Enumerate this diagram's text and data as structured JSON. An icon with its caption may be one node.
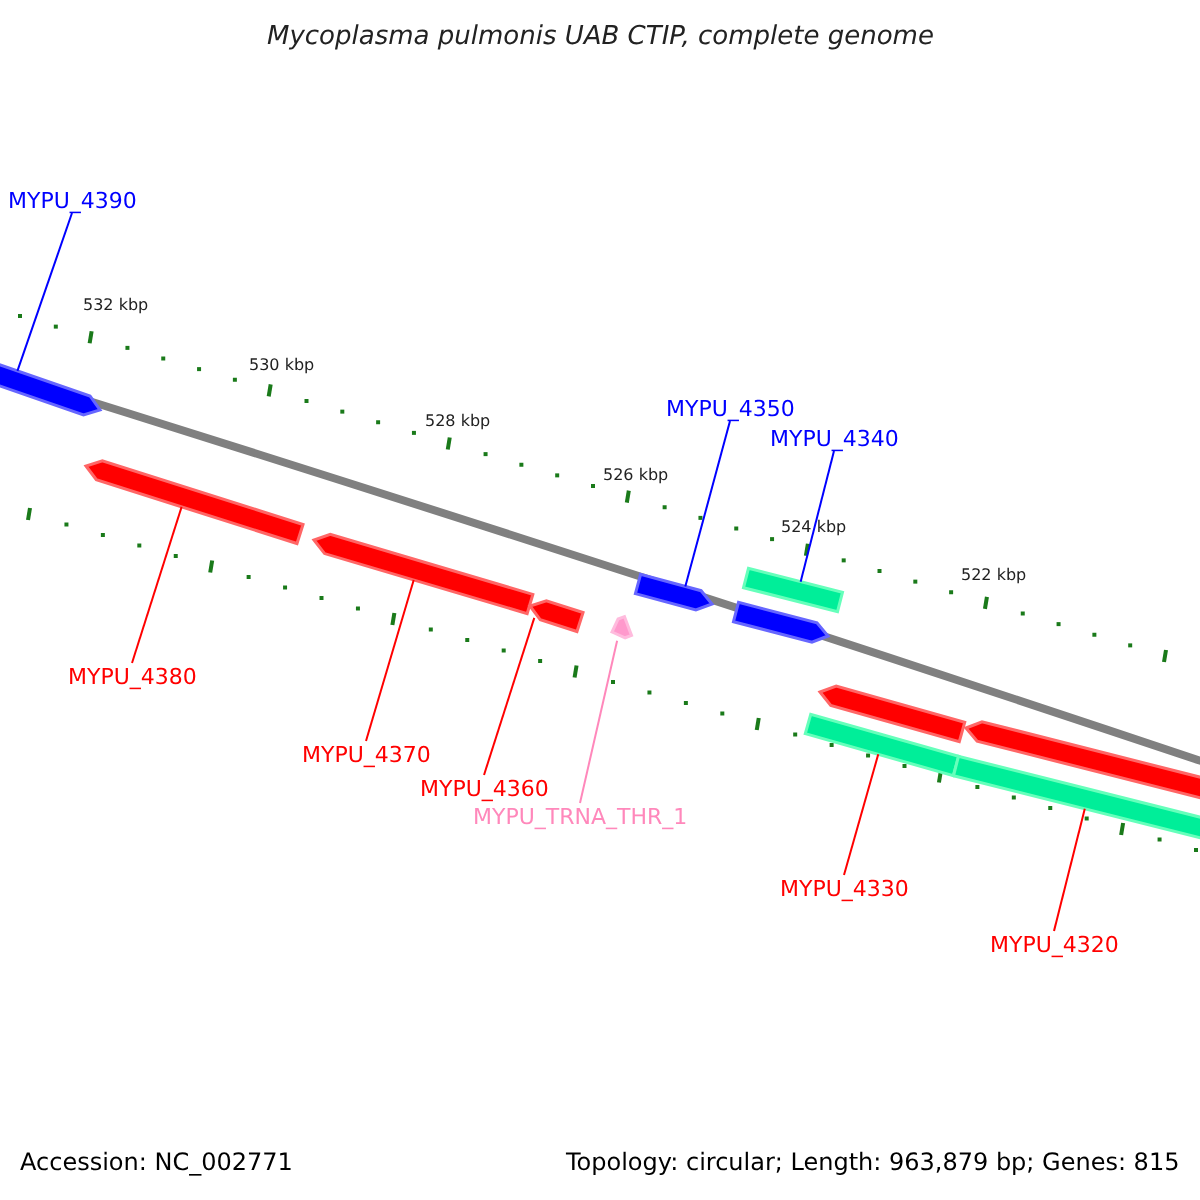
{
  "diagram": {
    "title": "Mycoplasma pulmonis UAB CTIP, complete genome",
    "nodes": [
      {
        "text": [
          "MYPU_4390"
        ]
      },
      {
        "text": [
          "MYPU_4350"
        ]
      },
      {
        "text": [
          "MYPU_4340"
        ]
      },
      {
        "text": [
          "MYPU_4380"
        ]
      },
      {
        "text": [
          "MYPU_4370"
        ]
      },
      {
        "text": [
          "MYPU_4360"
        ]
      },
      {
        "text": [
          "MYPU_TRNA_THR_1"
        ]
      },
      {
        "text": [
          "MYPU_4330"
        ]
      },
      {
        "text": [
          "MYPU_4320"
        ]
      },
      {
        "text": [],
        "shape": "arrow"
      },
      {
        "text": [],
        "shape": "arrow"
      },
      {
        "text": [],
        "shape": "arrow"
      },
      {
        "text": [],
        "shape": "arrow"
      },
      {
        "text": [],
        "shape": "arrow"
      },
      {
        "text": [],
        "shape": "arrow"
      },
      {
        "text": [],
        "shape": "bar"
      },
      {
        "text": [],
        "shape": "arrow"
      },
      {
        "text": [],
        "shape": "bar"
      },
      {
        "text": [],
        "shape": "arrow"
      },
      {
        "text": [],
        "shape": "bar"
      },
      {
        "text": [],
        "shape": "arrow"
      }
    ],
    "edges": [
      {
        "from": 0,
        "to": 9,
        "arrow": "none",
        "color": "#0000ff"
      },
      {
        "from": 1,
        "to": 14,
        "arrow": "none",
        "color": "#0000ff"
      },
      {
        "from": 2,
        "to": 15,
        "arrow": "none",
        "color": "#0000ff"
      },
      {
        "from": 3,
        "to": 10,
        "arrow": "none",
        "color": "#ff0000"
      },
      {
        "from": 4,
        "to": 11,
        "arrow": "none",
        "color": "#ff0000"
      },
      {
        "from": 5,
        "to": 12,
        "arrow": "none",
        "color": "#ff0000"
      },
      {
        "from": 6,
        "to": 13,
        "arrow": "none",
        "color": "#ff88bb"
      },
      {
        "from": 7,
        "to": 17,
        "arrow": "none",
        "color": "#ff0000"
      },
      {
        "from": 8,
        "to": 19,
        "arrow": "none",
        "color": "#ff0000"
      }
    ],
    "labels": [
      "532 kbp",
      "530 kbp",
      "528 kbp",
      "526 kbp",
      "524 kbp",
      "522 kbp",
      "Accession: NC_002771",
      "Topology: circular; Length: 963,879 bp; Genes: 815"
    ]
  }
}
